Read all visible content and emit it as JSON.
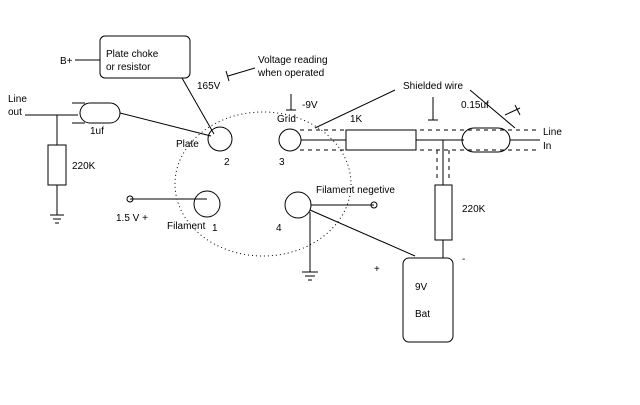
{
  "labels": {
    "line_out": [
      "Line",
      "out"
    ],
    "b_plus": "B+",
    "plate_choke": [
      "Plate choke",
      "or resistor"
    ],
    "voltage_reading": [
      "Voltage reading",
      "when operated"
    ],
    "v165": "165V",
    "grid_voltage": "-9V",
    "grid": "Grid",
    "plate": "Plate",
    "pin2": "2",
    "pin3": "3",
    "pin1": "1",
    "pin4": "4",
    "cap_out": "1uf",
    "res_out": "220K",
    "res_grid_series": "1K",
    "shielded_wire": "Shielded wire",
    "cap_in": "0.15uf",
    "line_in": [
      "Line",
      "In"
    ],
    "filament_negetive": "Filament negetive",
    "v15": "1.5 V +",
    "filament": "Filament",
    "res_grid_leak": "220K",
    "plus": "+",
    "minus": "-",
    "battery": [
      "9V",
      "Bat"
    ]
  }
}
